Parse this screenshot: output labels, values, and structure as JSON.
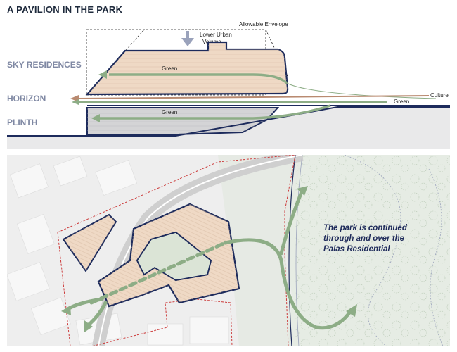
{
  "title": "A PAVILION IN THE PARK",
  "section": {
    "layers": {
      "sky_residences": "SKY RESIDENCES",
      "horizon": "HORIZON",
      "plinth": "PLINTH"
    },
    "annotations": {
      "allowable_envelope": "Allowable Envelope",
      "lower_urban_volume": "Lower Urban Volume",
      "green_upper": "Green",
      "green_lower": "Green",
      "green_ground": "Green",
      "culture": "Culture"
    }
  },
  "plan": {
    "callout": "The park is continued\nthrough and over the\nPalas Residential"
  },
  "colors": {
    "navy": "#1d2b5c",
    "green_arrow": "#8dad86",
    "brown_arrow": "#b98a70",
    "building_fill": "#efd9c5",
    "plinth_fill": "#d4d4d6",
    "label_grey": "#7f88a3",
    "boundary_red": "#cc3b3b"
  }
}
